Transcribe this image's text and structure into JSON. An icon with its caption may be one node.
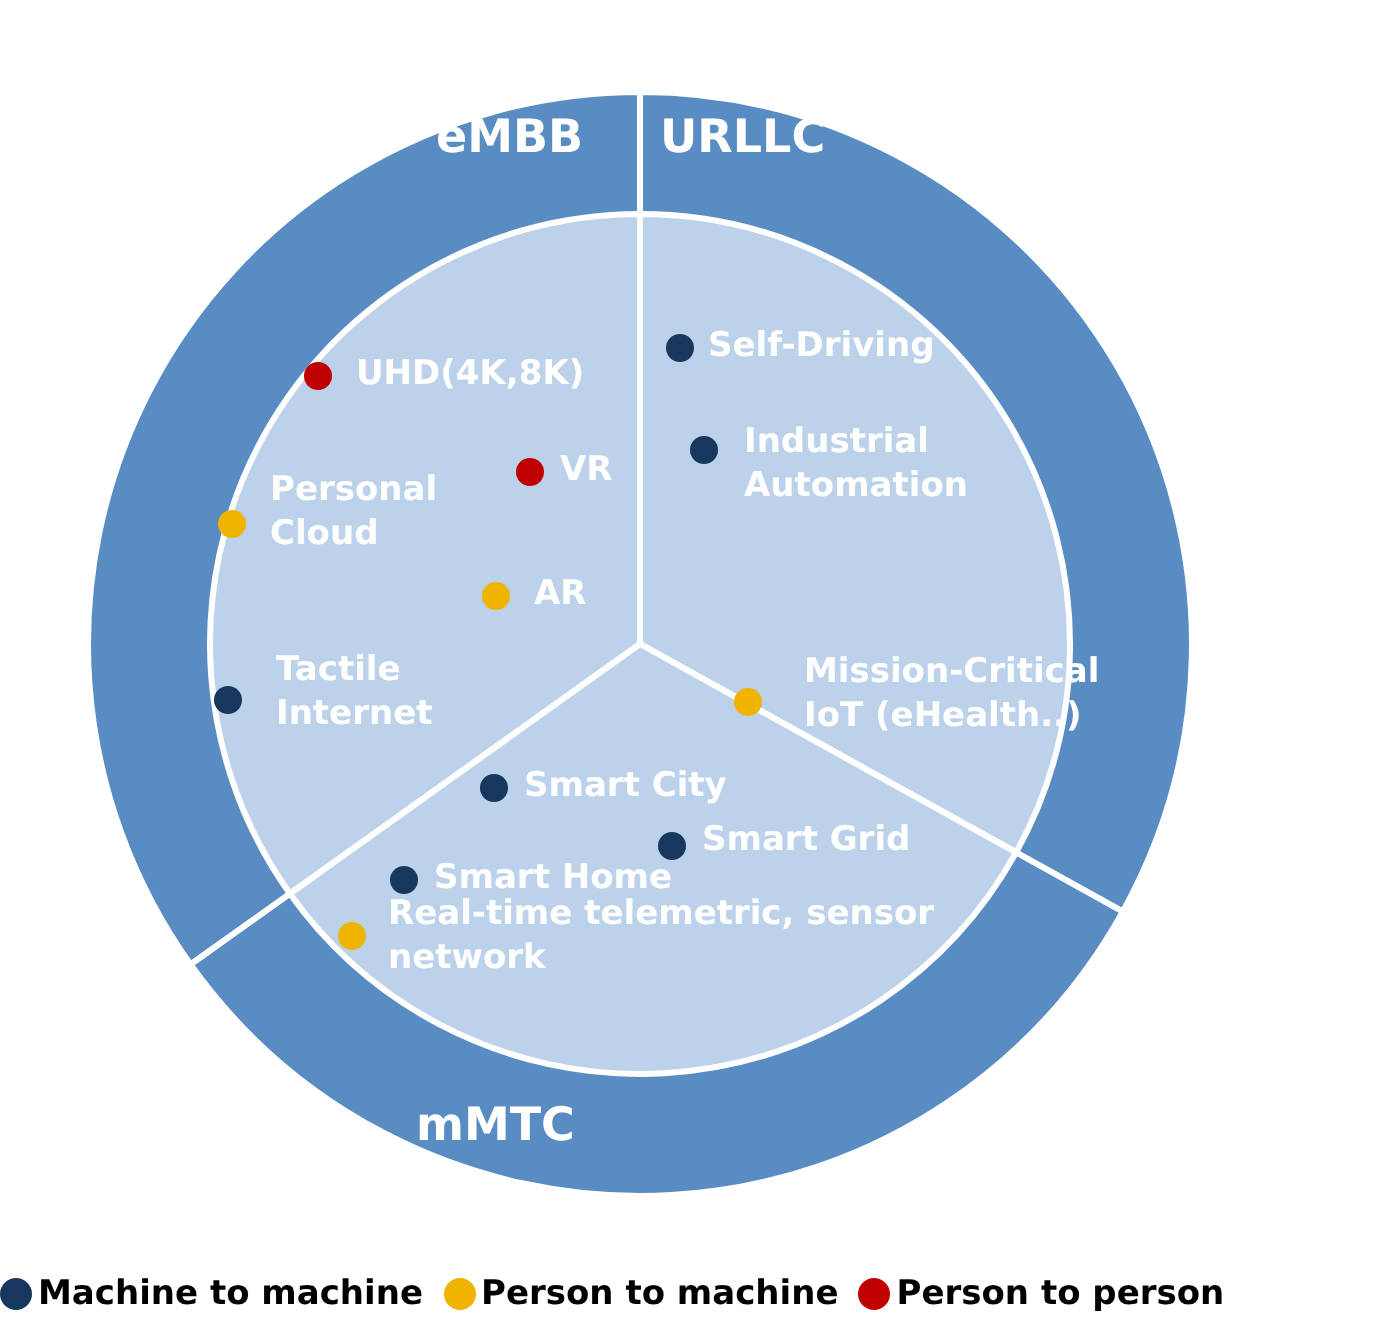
{
  "diagram": {
    "nodes": [
      {
        "text": [
          "eMBB"
        ]
      },
      {
        "text": [
          "URLLC"
        ]
      },
      {
        "text": [
          "mMTC"
        ]
      },
      {
        "text": [
          "UHD(4K,8K)"
        ],
        "in": 0
      },
      {
        "text": [
          "VR"
        ],
        "in": 0
      },
      {
        "text": [
          "Personal Cloud"
        ],
        "in": 0
      },
      {
        "text": [
          "AR"
        ],
        "in": 0
      },
      {
        "text": [
          "Tactile Internet"
        ],
        "in": 0
      },
      {
        "text": [
          "Self-Driving"
        ],
        "in": 1
      },
      {
        "text": [
          "Industrial Automation"
        ],
        "in": 1
      },
      {
        "text": [
          "Mission-Critical IoT (eHealth..)"
        ],
        "in": 1
      },
      {
        "text": [
          "Smart City"
        ],
        "in": 2
      },
      {
        "text": [
          "Smart Grid"
        ],
        "in": 2
      },
      {
        "text": [
          "Smart Home"
        ],
        "in": 2
      },
      {
        "text": [
          "Real-time telemetric, sensor network"
        ],
        "in": 2
      }
    ],
    "legend": [
      {
        "text": "Machine to machine",
        "color": "#17375e"
      },
      {
        "text": "Person to machine",
        "color": "#f0b400"
      },
      {
        "text": "Person to person",
        "color": "#c00000"
      }
    ]
  }
}
